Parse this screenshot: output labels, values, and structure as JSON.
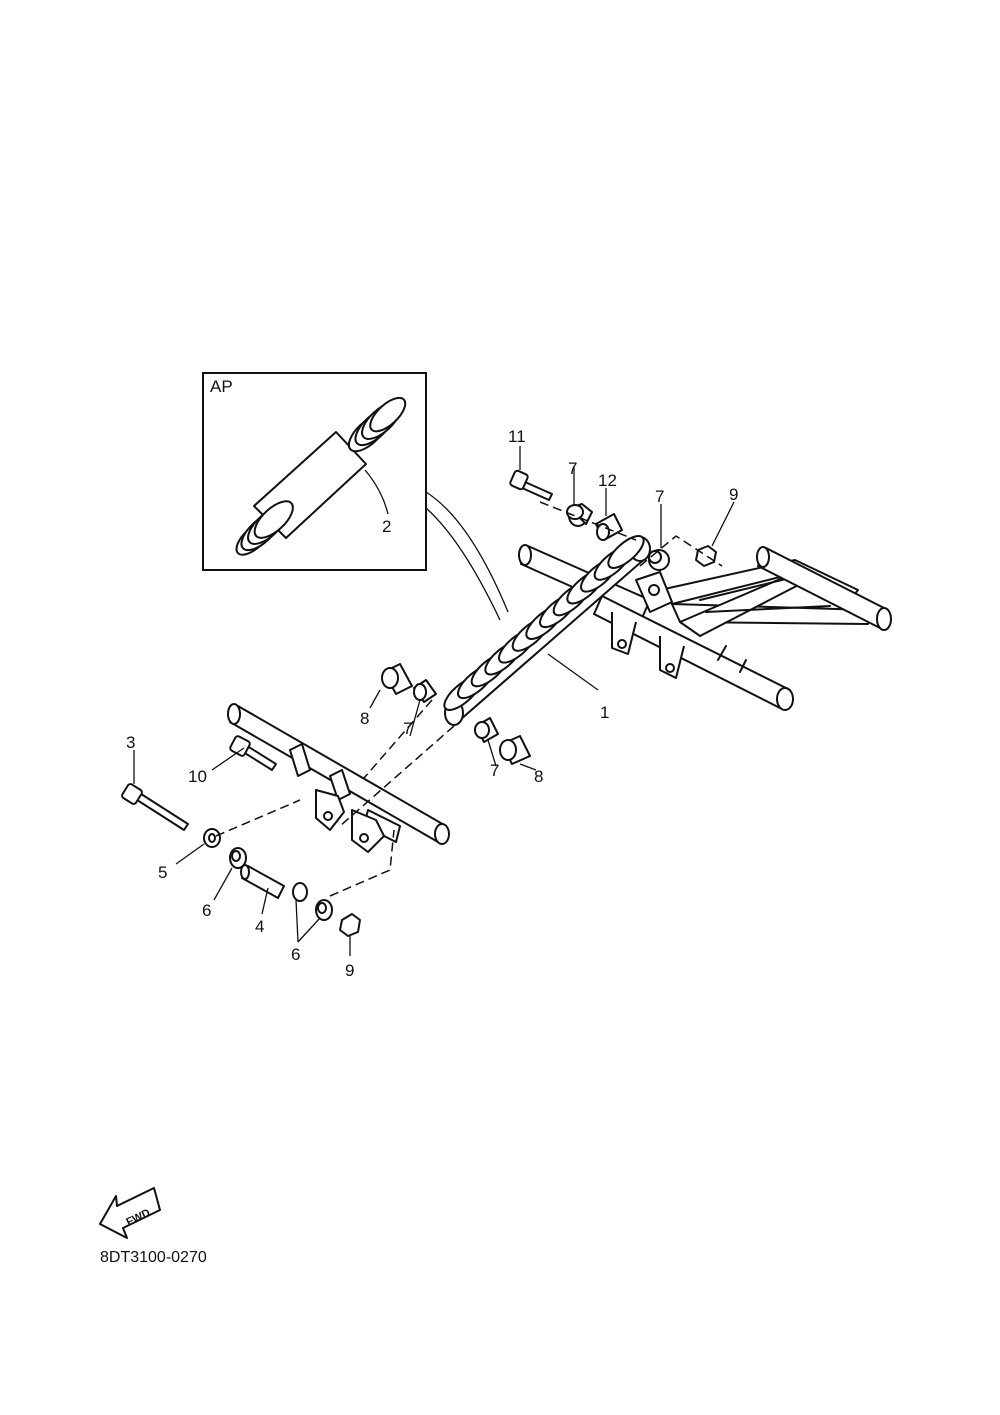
{
  "inset": {
    "label": "AP",
    "part": "2"
  },
  "callouts": {
    "c1": "1",
    "c2": "2",
    "c3": "3",
    "c4": "4",
    "c5": "5",
    "c6a": "6",
    "c6b": "6",
    "c7a": "7",
    "c7b": "7",
    "c7c": "7",
    "c7d": "7",
    "c8a": "8",
    "c8b": "8",
    "c9a": "9",
    "c9b": "9",
    "c10": "10",
    "c11": "11",
    "c12": "12"
  },
  "fwd_arrow": {
    "label": "FWD"
  },
  "diagram_code": "8DT3100-0270"
}
